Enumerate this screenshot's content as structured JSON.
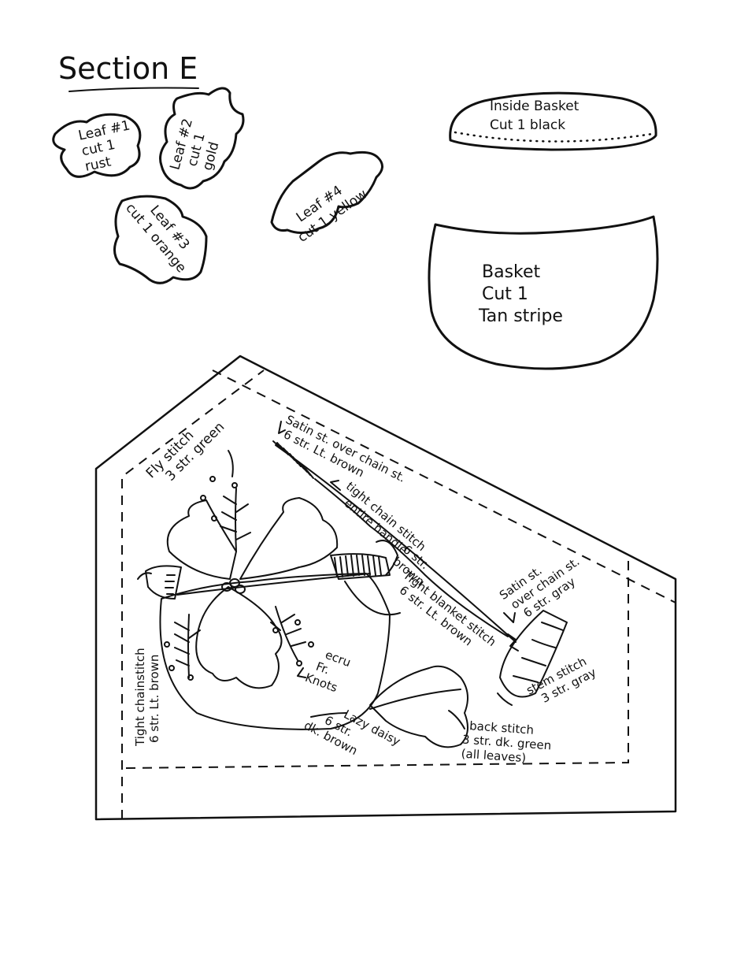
{
  "title": "Section E",
  "pieces": {
    "leaf1": [
      "Leaf #1",
      "cut 1",
      "rust"
    ],
    "leaf2": [
      "Leaf #2",
      "cut 1",
      "gold"
    ],
    "leaf3": [
      "Leaf #3",
      "cut 1 orange"
    ],
    "leaf4": [
      "Leaf #4",
      "cut 1 yellow"
    ],
    "inside_basket": [
      "Inside Basket",
      "Cut 1 black"
    ],
    "basket": [
      "Basket",
      "Cut 1",
      "Tan stripe"
    ]
  },
  "stitch_notes": {
    "fly": [
      "Fly stitch",
      "3 str. green"
    ],
    "satin_handle": [
      "Satin st. over chain st.",
      "6 str. Lt. brown"
    ],
    "tight_chain_handle": [
      "tight chain stitch",
      "entire handle",
      "6 str.",
      "brown"
    ],
    "satin_gray": [
      "Satin st.",
      "over chain st.",
      "6 str. gray"
    ],
    "tight_blanket": [
      "Tight blanket stitch",
      "6 str. Lt. brown"
    ],
    "tight_chainstitch": [
      "Tight chainstitch",
      "6 str. Lt. brown"
    ],
    "ecru_knots": [
      "ecru",
      "Fr.",
      "Knots"
    ],
    "stem": [
      "stem stitch",
      "3 str. gray"
    ],
    "lazy_daisy": [
      "Lazy daisy",
      "6 str.",
      "dk. brown"
    ],
    "back_stitch": [
      "back stitch",
      "3 str. dk. green",
      "(all leaves)"
    ]
  }
}
